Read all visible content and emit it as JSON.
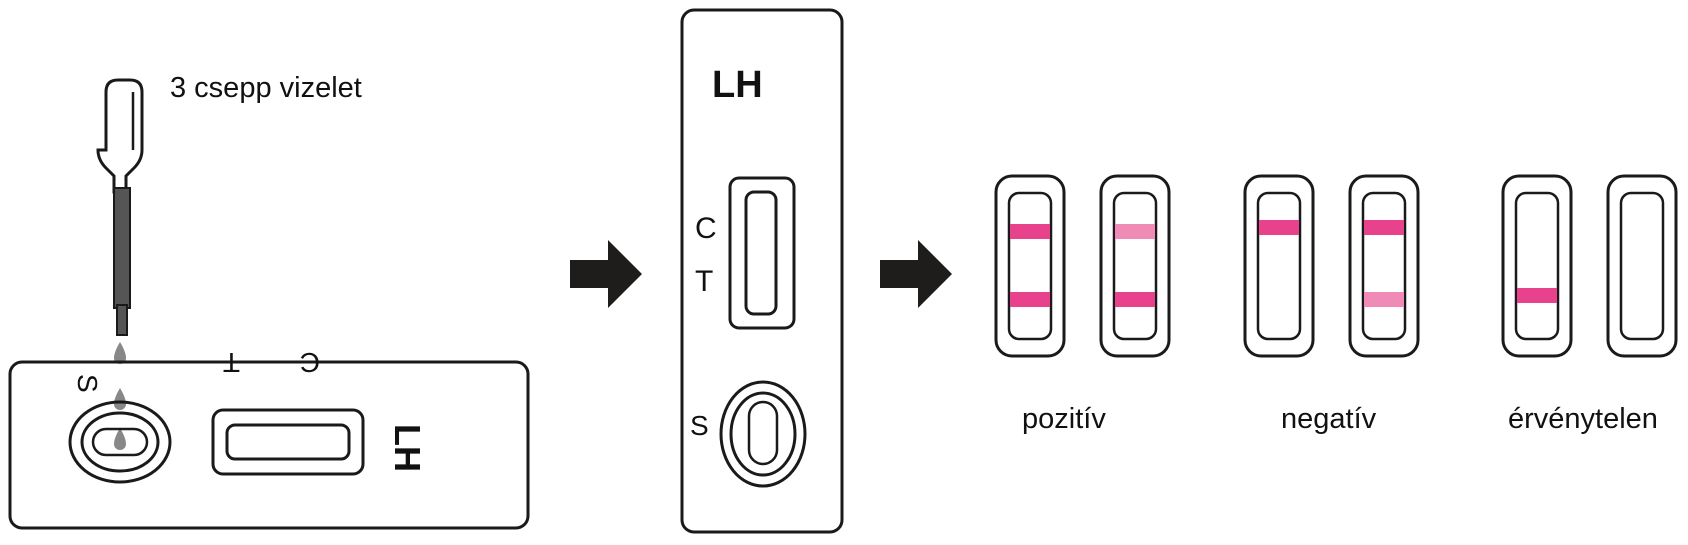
{
  "instruction": "3 csepp vizelet",
  "device_brand": "LH",
  "markings": {
    "control": "C",
    "test": "T",
    "sample": "S"
  },
  "results": {
    "positive": "pozitív",
    "negative": "negatív",
    "invalid": "érvénytelen"
  },
  "colors": {
    "line_strong": "#e8428c",
    "line_faint": "#f08bb8",
    "outline": "#1a1a1a",
    "arrow": "#1f1d1c",
    "dropper_fill": "#555555",
    "drop": "#888888"
  }
}
